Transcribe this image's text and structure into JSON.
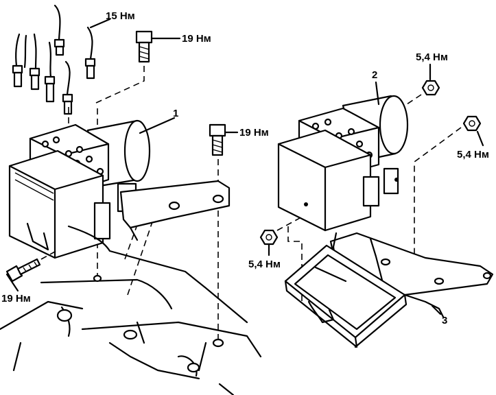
{
  "torques": {
    "brake_lines": "15 Нм",
    "bolt_top": "19 Нм",
    "bolt_bracket": "19 Нм",
    "bolt_lower": "19 Нм",
    "nut_top_right": "5,4 Нм",
    "nut_right": "5,4 Нм",
    "nut_left": "5,4 Нм"
  },
  "callouts": {
    "unit_left": "1",
    "unit_right": "2",
    "bracket_right": "3"
  }
}
